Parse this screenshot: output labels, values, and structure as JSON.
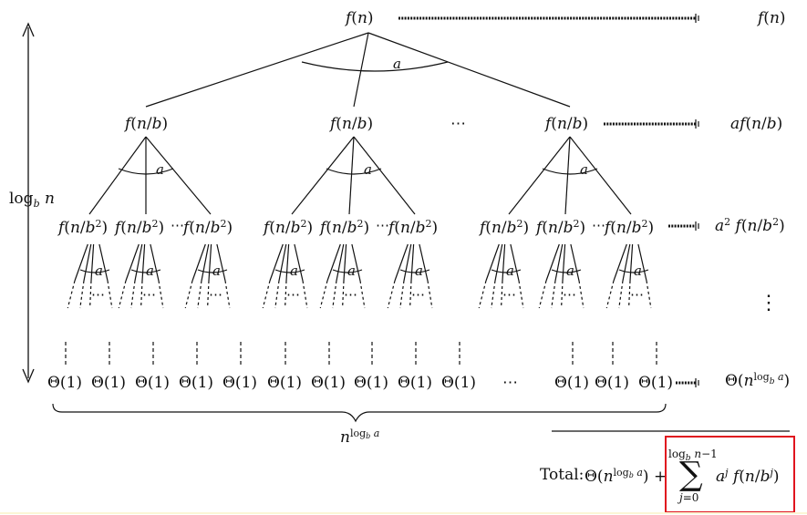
{
  "root": {
    "label": "f(n)",
    "arc": "a"
  },
  "level1": {
    "nodes": [
      "f(n/b)",
      "f(n/b)",
      "f(n/b)"
    ],
    "ellipsis": "⋯",
    "arc": "a"
  },
  "level2": {
    "node": "f(n/b²)",
    "dots": "⋯",
    "arc": "a"
  },
  "level3": {
    "arc": "a",
    "dots": "⋯"
  },
  "leaves": {
    "label": "Θ(1)",
    "count_left": 10,
    "count_right": 3,
    "ellipsis": "⋯"
  },
  "right_column": {
    "r0": "f(n)",
    "r1": "af(n/b)",
    "r2": "a² f(n/b²)",
    "vdots": "⋮",
    "r_leaf": "Θ(n^{log_b a})"
  },
  "height_label": "log_b n",
  "width_label": "n^{log_b a}",
  "total": {
    "prefix": "Total:",
    "theta": "Θ(n^{log_b a}) +",
    "sum_upper": "log_b n−1",
    "sum_lower": "j=0",
    "sum_term": "a^j f(n/b^j)",
    "highlight_color": "#e0141e"
  }
}
